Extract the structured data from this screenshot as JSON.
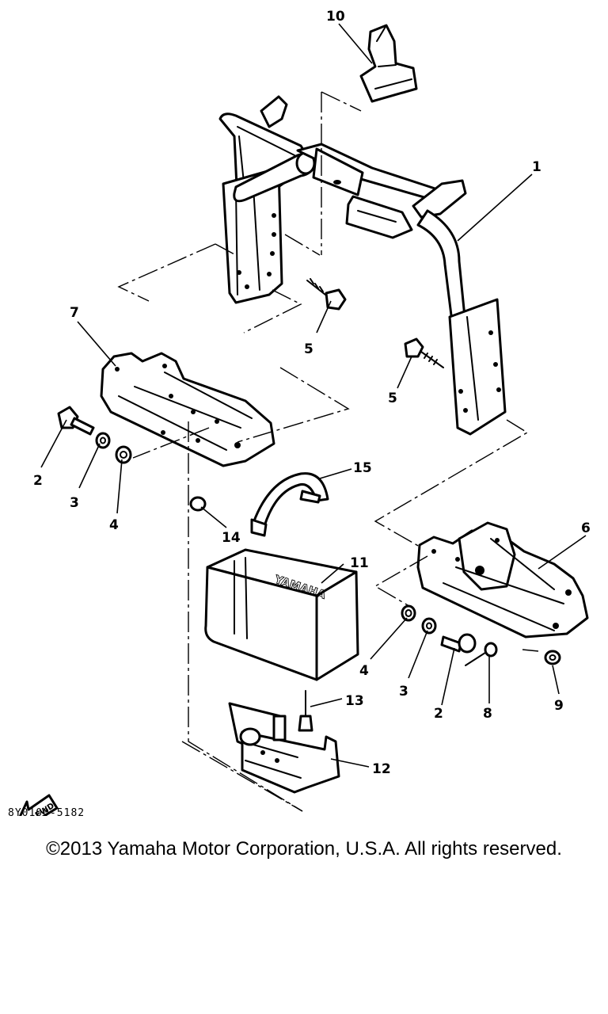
{
  "diagram": {
    "callouts": {
      "c1": "1",
      "c2a": "2",
      "c2b": "2",
      "c3a": "3",
      "c3b": "3",
      "c4a": "4",
      "c4b": "4",
      "c5a": "5",
      "c5b": "5",
      "c6": "6",
      "c7": "7",
      "c8": "8",
      "c9": "9",
      "c10": "10",
      "c11": "11",
      "c12": "12",
      "c13": "13",
      "c14": "14",
      "c15": "15"
    },
    "fwd_arrow_label": "FWD",
    "battery_label": "YAMAHA"
  },
  "footer": {
    "drawing_code": "8Y0100-5182",
    "copyright": "©2013 Yamaha Motor Corporation, U.S.A. All rights reserved."
  }
}
